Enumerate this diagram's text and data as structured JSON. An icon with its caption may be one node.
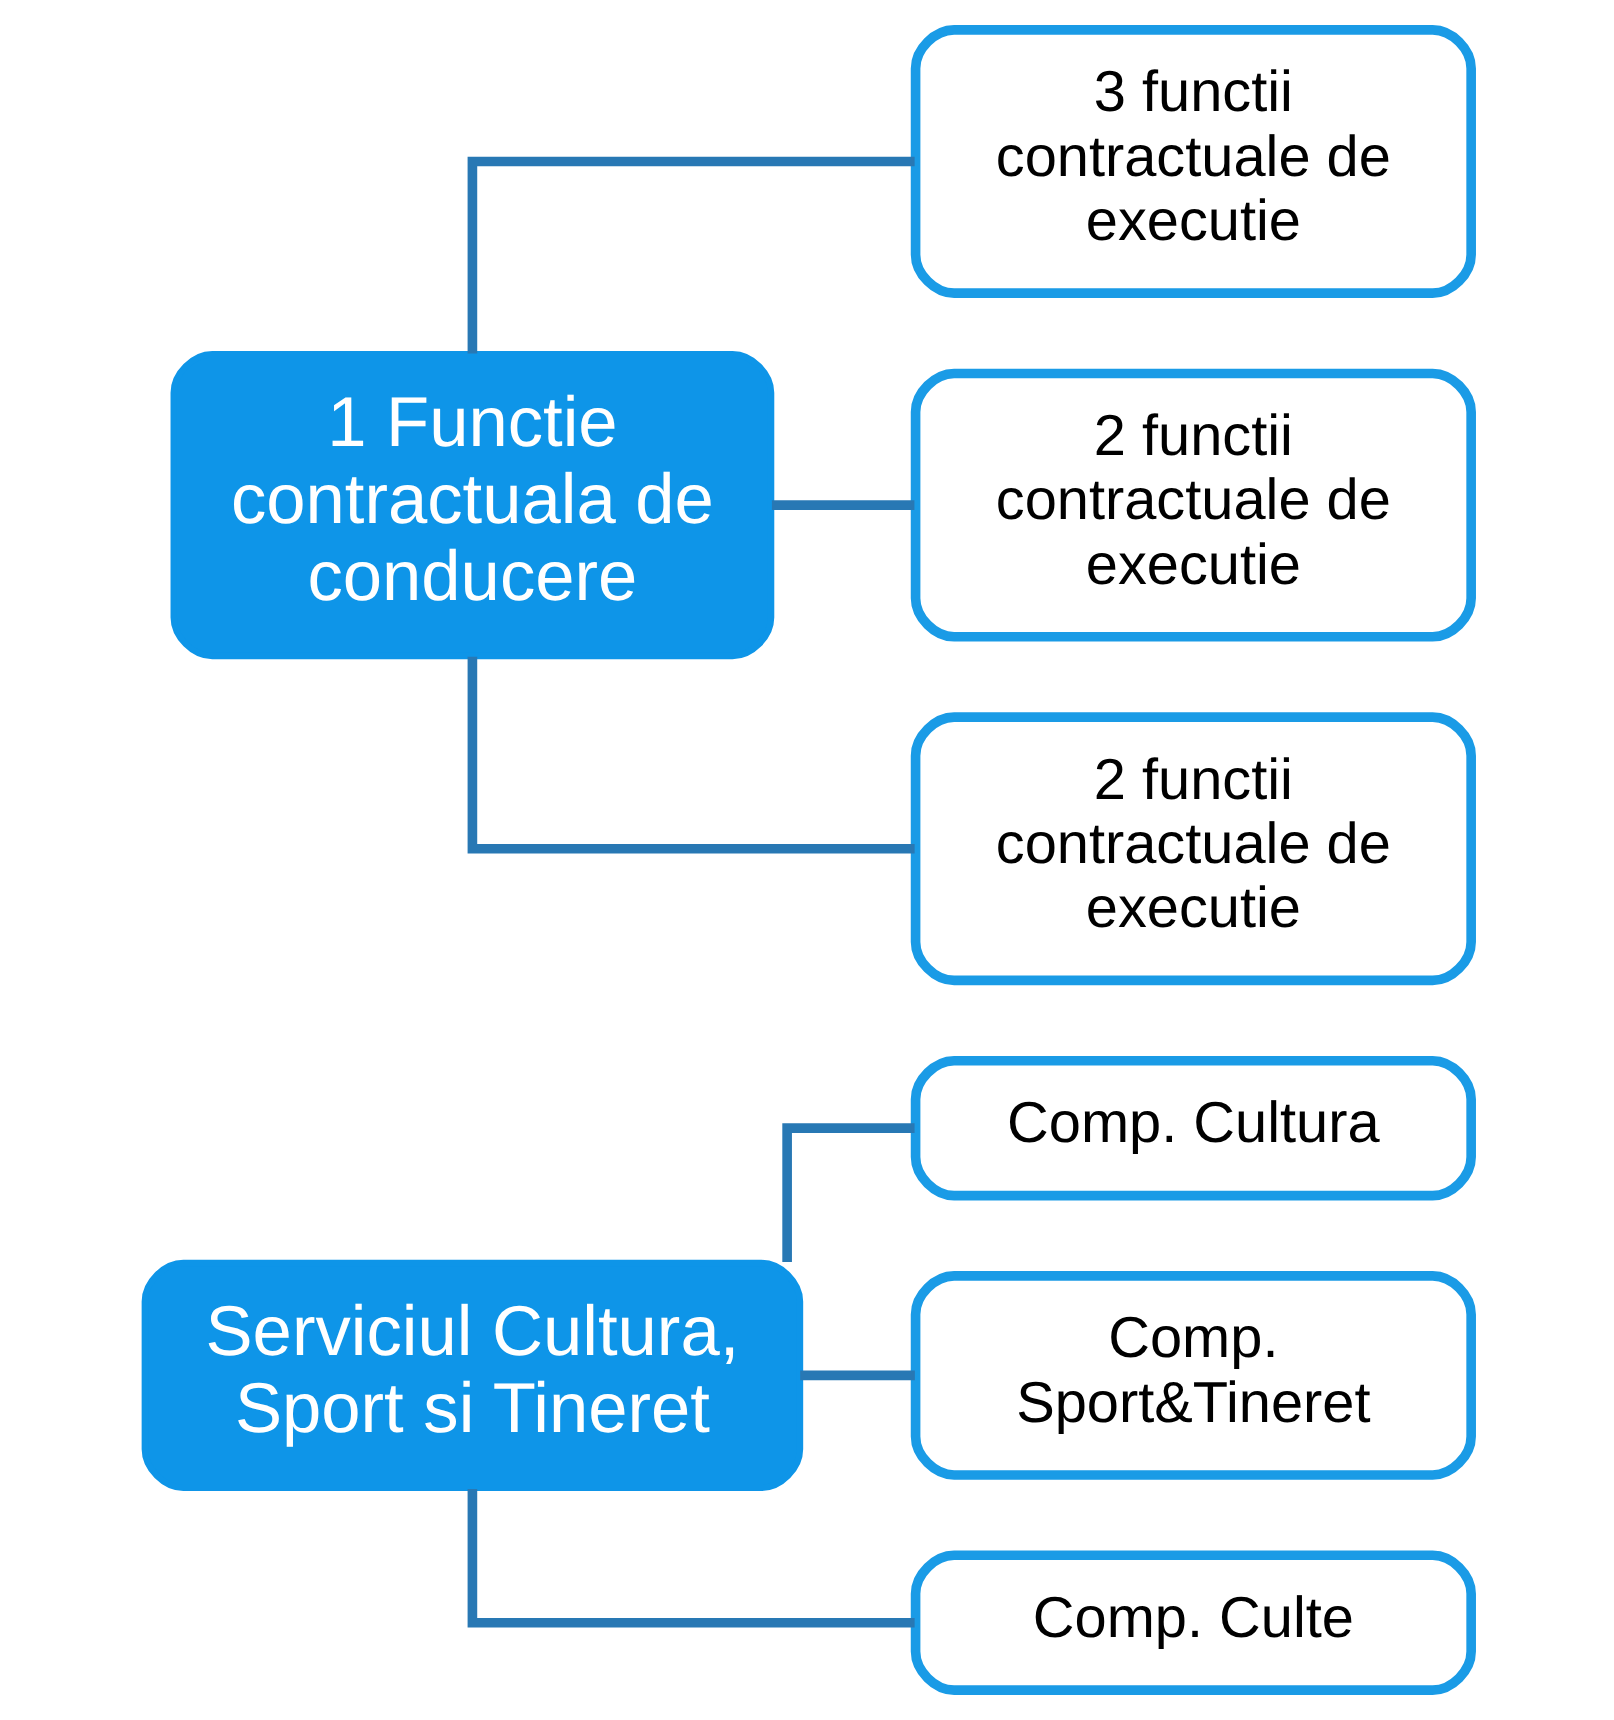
{
  "diagram": {
    "nodes": [
      {
        "text": [
          "Serviciul Cultura, Sport si Tineret"
        ]
      },
      {
        "text": [
          "Comp. Cultura"
        ]
      },
      {
        "text": [
          "Comp. Sport&Tineret"
        ]
      },
      {
        "text": [
          "Comp. Culte"
        ]
      },
      {
        "text": [
          "1 Functie contractuala de conducere"
        ]
      },
      {
        "text": [
          "3 functii contractuale de executie"
        ]
      },
      {
        "text": [
          "2 functii contractuale de executie"
        ]
      },
      {
        "text": [
          "2 functii contractuale de executie"
        ]
      }
    ],
    "edges": [
      {
        "from": 0,
        "to": 1,
        "arrow": "none"
      },
      {
        "from": 0,
        "to": 2,
        "arrow": "none"
      },
      {
        "from": 0,
        "to": 3,
        "arrow": "none"
      },
      {
        "from": 4,
        "to": 5,
        "arrow": "none"
      },
      {
        "from": 4,
        "to": 6,
        "arrow": "none"
      },
      {
        "from": 4,
        "to": 7,
        "arrow": "none"
      }
    ]
  }
}
